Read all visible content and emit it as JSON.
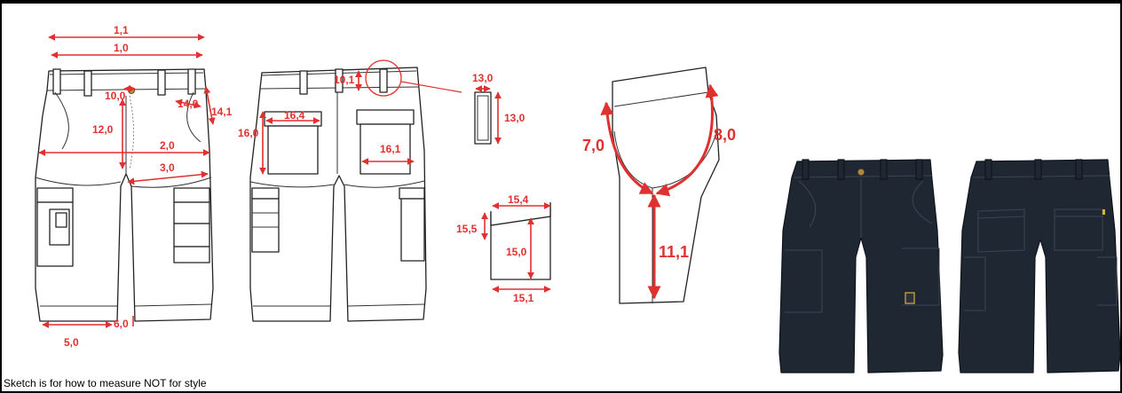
{
  "note": "Sketch is for how to measure NOT for style",
  "measurements": {
    "m_1_1": "1,1",
    "m_1_0": "1,0",
    "m_10_0": "10,0",
    "m_14_0": "14,0",
    "m_14_1": "14,1",
    "m_12_0": "12,0",
    "m_2_0": "2,0",
    "m_3_0": "3,0",
    "m_6_0": "6,0",
    "m_5_0": "5,0",
    "m_10_1": "10,1",
    "m_16_4": "16,4",
    "m_16_0": "16,0",
    "m_16_1": "16,1",
    "m_13_0_w": "13,0",
    "m_13_0_h": "13,0",
    "m_15_4": "15,4",
    "m_15_5": "15,5",
    "m_15_0": "15,0",
    "m_15_1": "15,1",
    "m_7_0": "7,0",
    "m_8_0": "8,0",
    "m_11_1": "11,1"
  },
  "colors": {
    "measure": "#e03131",
    "garment": "#1f2733",
    "outline": "#222222"
  }
}
